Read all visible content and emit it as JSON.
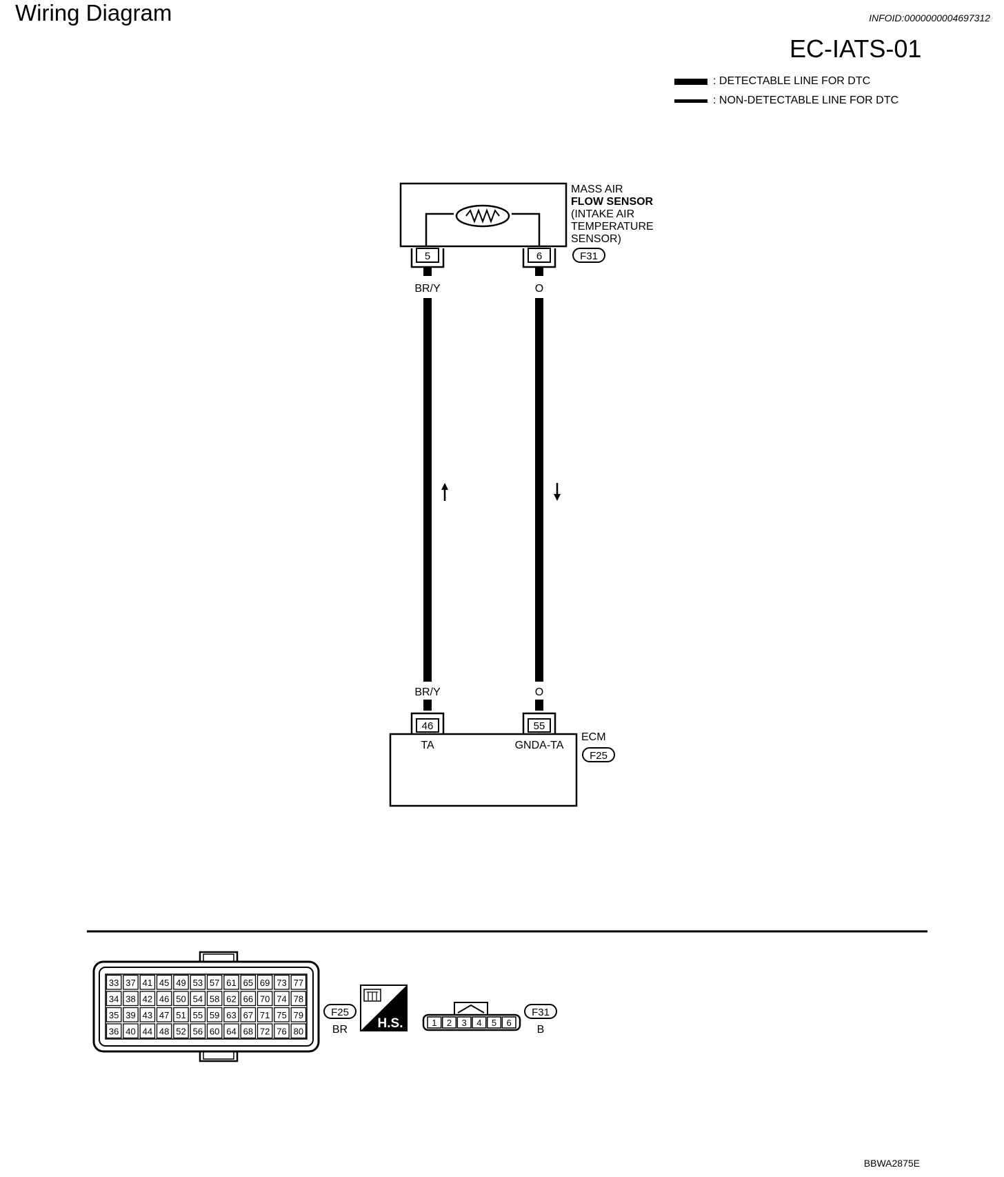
{
  "header": {
    "title": "Wiring Diagram",
    "info_id": "INFOID:0000000004697312",
    "diagram_id": "EC-IATS-01"
  },
  "legend": [
    {
      "label": ": DETECTABLE LINE FOR DTC"
    },
    {
      "label": ": NON-DETECTABLE LINE FOR DTC"
    }
  ],
  "sensor": {
    "name_lines": [
      "MASS AIR",
      "FLOW SENSOR",
      "(INTAKE AIR",
      "TEMPERATURE",
      "SENSOR)"
    ],
    "connector": "F31",
    "pins": [
      "5",
      "6"
    ]
  },
  "wires": [
    {
      "top_color": "BR/Y",
      "bottom_color": "BR/Y",
      "arrow": "up"
    },
    {
      "top_color": "O",
      "bottom_color": "O",
      "arrow": "down"
    }
  ],
  "ecm": {
    "name": "ECM",
    "connector": "F25",
    "pins": [
      {
        "number": "46",
        "signal": "TA"
      },
      {
        "number": "55",
        "signal": "GNDA-TA"
      }
    ]
  },
  "connector_views": {
    "f25": {
      "id": "F25",
      "color": "BR",
      "rows": [
        [
          "33",
          "37",
          "41",
          "45",
          "49",
          "53",
          "57",
          "61",
          "65",
          "69",
          "73",
          "77"
        ],
        [
          "34",
          "38",
          "42",
          "46",
          "50",
          "54",
          "58",
          "62",
          "66",
          "70",
          "74",
          "78"
        ],
        [
          "35",
          "39",
          "43",
          "47",
          "51",
          "55",
          "59",
          "63",
          "67",
          "71",
          "75",
          "79"
        ],
        [
          "36",
          "40",
          "44",
          "48",
          "52",
          "56",
          "60",
          "64",
          "68",
          "72",
          "76",
          "80"
        ]
      ]
    },
    "harness_side_badge": "H.S.",
    "f31": {
      "id": "F31",
      "color": "B",
      "pins": [
        "1",
        "2",
        "3",
        "4",
        "5",
        "6"
      ]
    }
  },
  "footer": {
    "code": "BBWA2875E"
  }
}
